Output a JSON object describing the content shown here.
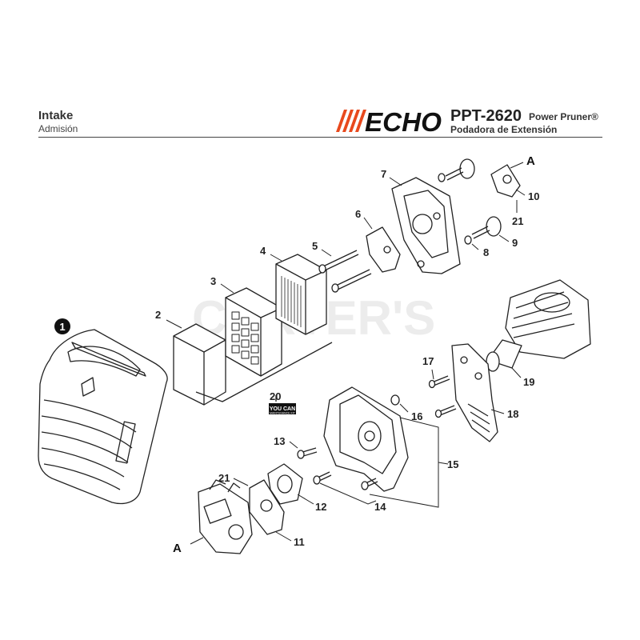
{
  "header": {
    "title": "Intake",
    "subtitle": "Admisión",
    "brand": "ECHO",
    "model": "PPT-2620",
    "model_description": "Power Pruner®",
    "model_description_es": "Podadora de Extensión"
  },
  "watermark": "CARTER'S",
  "badge": {
    "line1": "YOU CAN",
    "line2": "MAINTENANCE KIT"
  },
  "callouts": {
    "c1": "1",
    "c2": "2",
    "c3": "3",
    "c4": "4",
    "c5": "5",
    "c6": "6",
    "c7": "7",
    "c8": "8",
    "c9": "9",
    "c10": "10",
    "c11": "11",
    "c12": "12",
    "c13": "13",
    "c14": "14",
    "c15": "15",
    "c16": "16",
    "c17": "17",
    "c18": "18",
    "c19": "19",
    "c20": "20",
    "c21a": "21",
    "c21b": "21",
    "refA_top": "A",
    "refA_bottom": "A"
  }
}
